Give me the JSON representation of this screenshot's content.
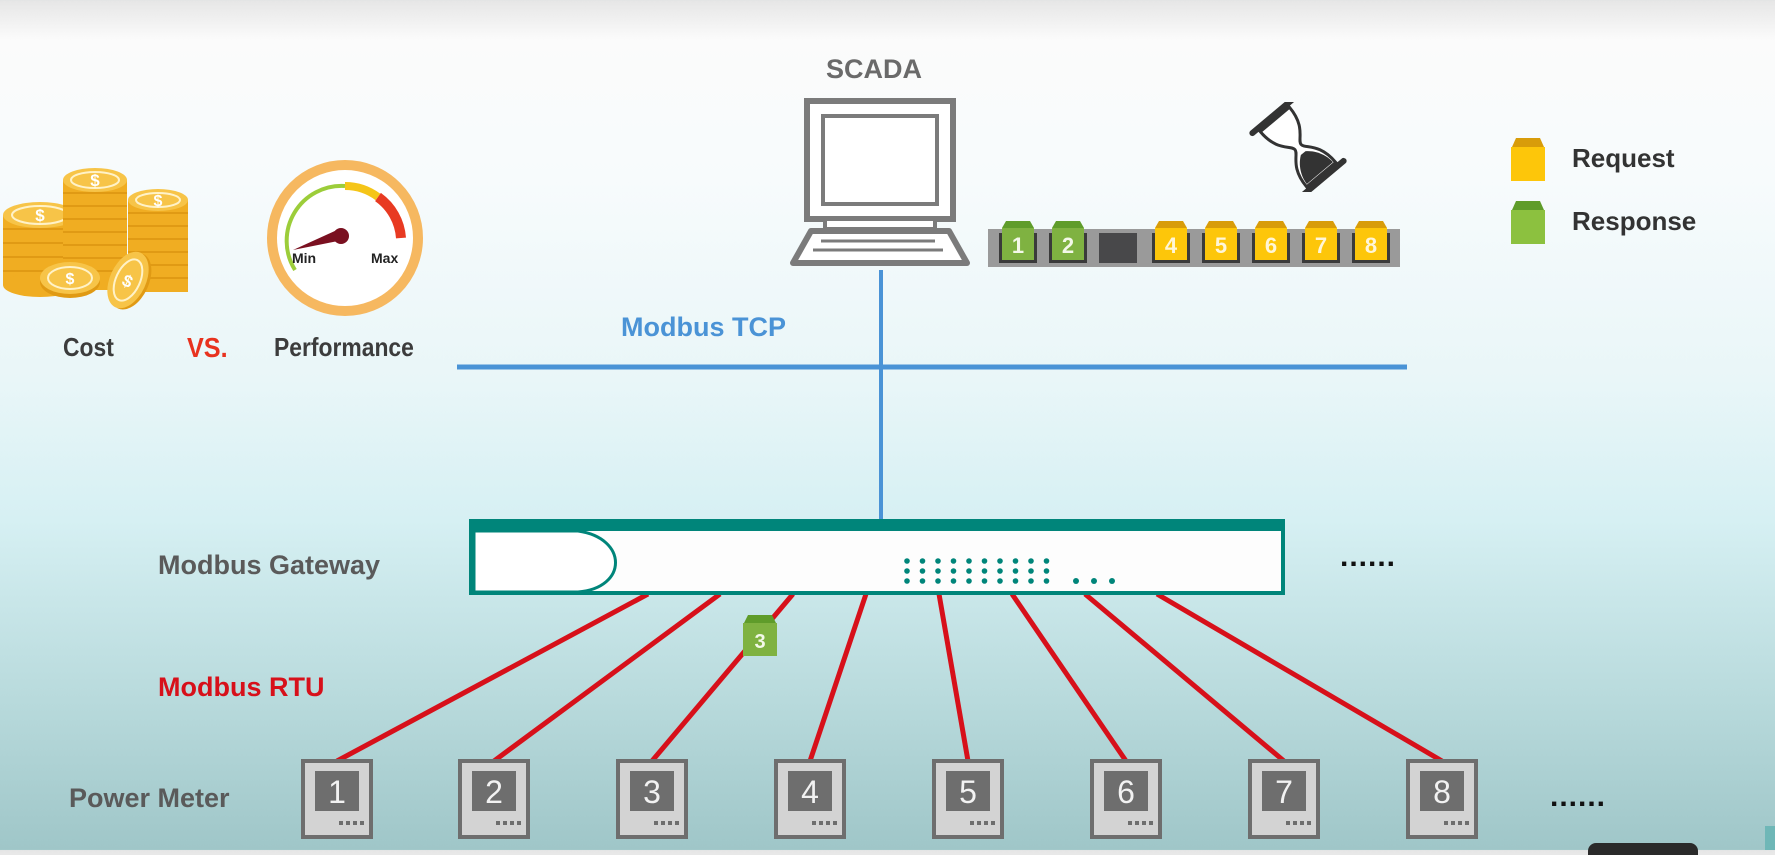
{
  "tradeoff": {
    "cost_label": "Cost",
    "vs_label": "VS.",
    "performance_label": "Performance",
    "gauge_min_label": "Min",
    "gauge_max_label": "Max"
  },
  "scada": {
    "title": "SCADA"
  },
  "network": {
    "tcp_label": "Modbus TCP",
    "gateway_label": "Modbus Gateway",
    "rtu_label": "Modbus RTU",
    "meter_row_label": "Power Meter",
    "gateway_more": "......",
    "meters_more": "......",
    "colors": {
      "tcp": "#4a93d6",
      "rtu": "#d7101a",
      "gateway": "#00857a"
    }
  },
  "queue": {
    "slots": [
      {
        "label": "1",
        "kind": "response"
      },
      {
        "label": "2",
        "kind": "response"
      },
      {
        "label": "",
        "kind": "empty"
      },
      {
        "label": "4",
        "kind": "request"
      },
      {
        "label": "5",
        "kind": "request"
      },
      {
        "label": "6",
        "kind": "request"
      },
      {
        "label": "7",
        "kind": "request"
      },
      {
        "label": "8",
        "kind": "request"
      }
    ]
  },
  "in_transit_packet": {
    "label": "3",
    "kind": "response"
  },
  "legend": [
    {
      "label": "Request",
      "kind": "request",
      "color": "#fdc60a"
    },
    {
      "label": "Response",
      "kind": "response",
      "color": "#8cc13f"
    }
  ],
  "meters": [
    {
      "label": "1"
    },
    {
      "label": "2"
    },
    {
      "label": "3"
    },
    {
      "label": "4"
    },
    {
      "label": "5"
    },
    {
      "label": "6"
    },
    {
      "label": "7"
    },
    {
      "label": "8"
    }
  ]
}
